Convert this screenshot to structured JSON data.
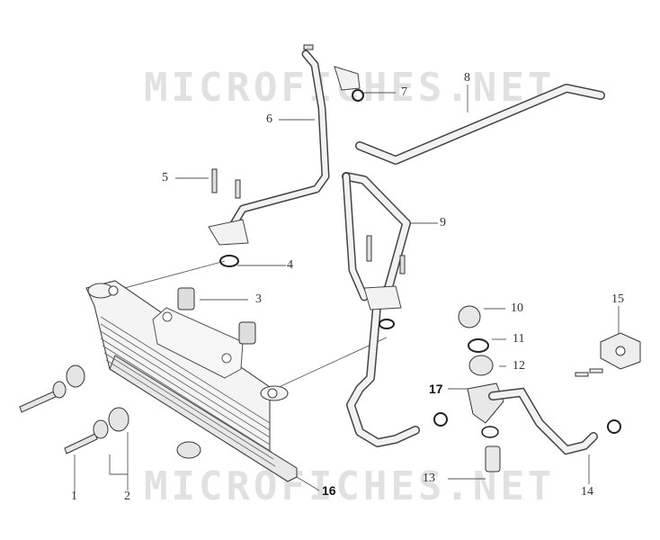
{
  "watermark": "MICROFICHES.NET",
  "callouts": {
    "c1": "1",
    "c2": "2",
    "c3": "3",
    "c4": "4",
    "c5": "5",
    "c6": "6",
    "c7": "7",
    "c8": "8",
    "c9": "9",
    "c10": "10",
    "c11": "11",
    "c12": "12",
    "c13": "13",
    "c14": "14",
    "c15": "15",
    "c16": "16",
    "c17": "17"
  },
  "colors": {
    "line": "#555555",
    "part_fill": "#f2f2f2",
    "part_stroke": "#444444",
    "dark": "#222222",
    "watermark": "#c8c8c8"
  }
}
